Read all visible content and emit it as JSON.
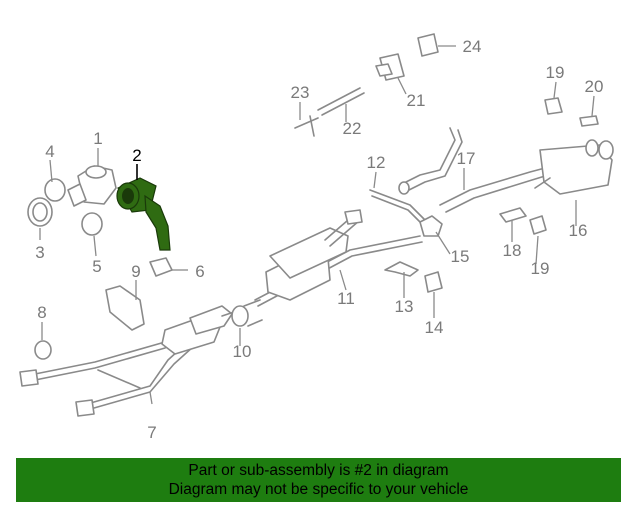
{
  "colors": {
    "highlight": "#2f6b12",
    "banner": "#1e7d10",
    "line": "#8a8a8a",
    "label": "#7a7a7a"
  },
  "callouts": {
    "c1": "1",
    "c2": "2",
    "c3": "3",
    "c4": "4",
    "c5": "5",
    "c6": "6",
    "c7": "7",
    "c8": "8",
    "c9": "9",
    "c10": "10",
    "c11": "11",
    "c12": "12",
    "c13": "13",
    "c14": "14",
    "c15": "15",
    "c16": "16",
    "c17": "17",
    "c18": "18",
    "c19a": "19",
    "c19b": "19",
    "c20": "20",
    "c21": "21",
    "c22": "22",
    "c23": "23",
    "c24": "24"
  },
  "highlighted_part": "2",
  "banner": {
    "line1": "Part or sub-assembly is #2 in diagram",
    "line2": "Diagram may not be specific to your vehicle"
  }
}
